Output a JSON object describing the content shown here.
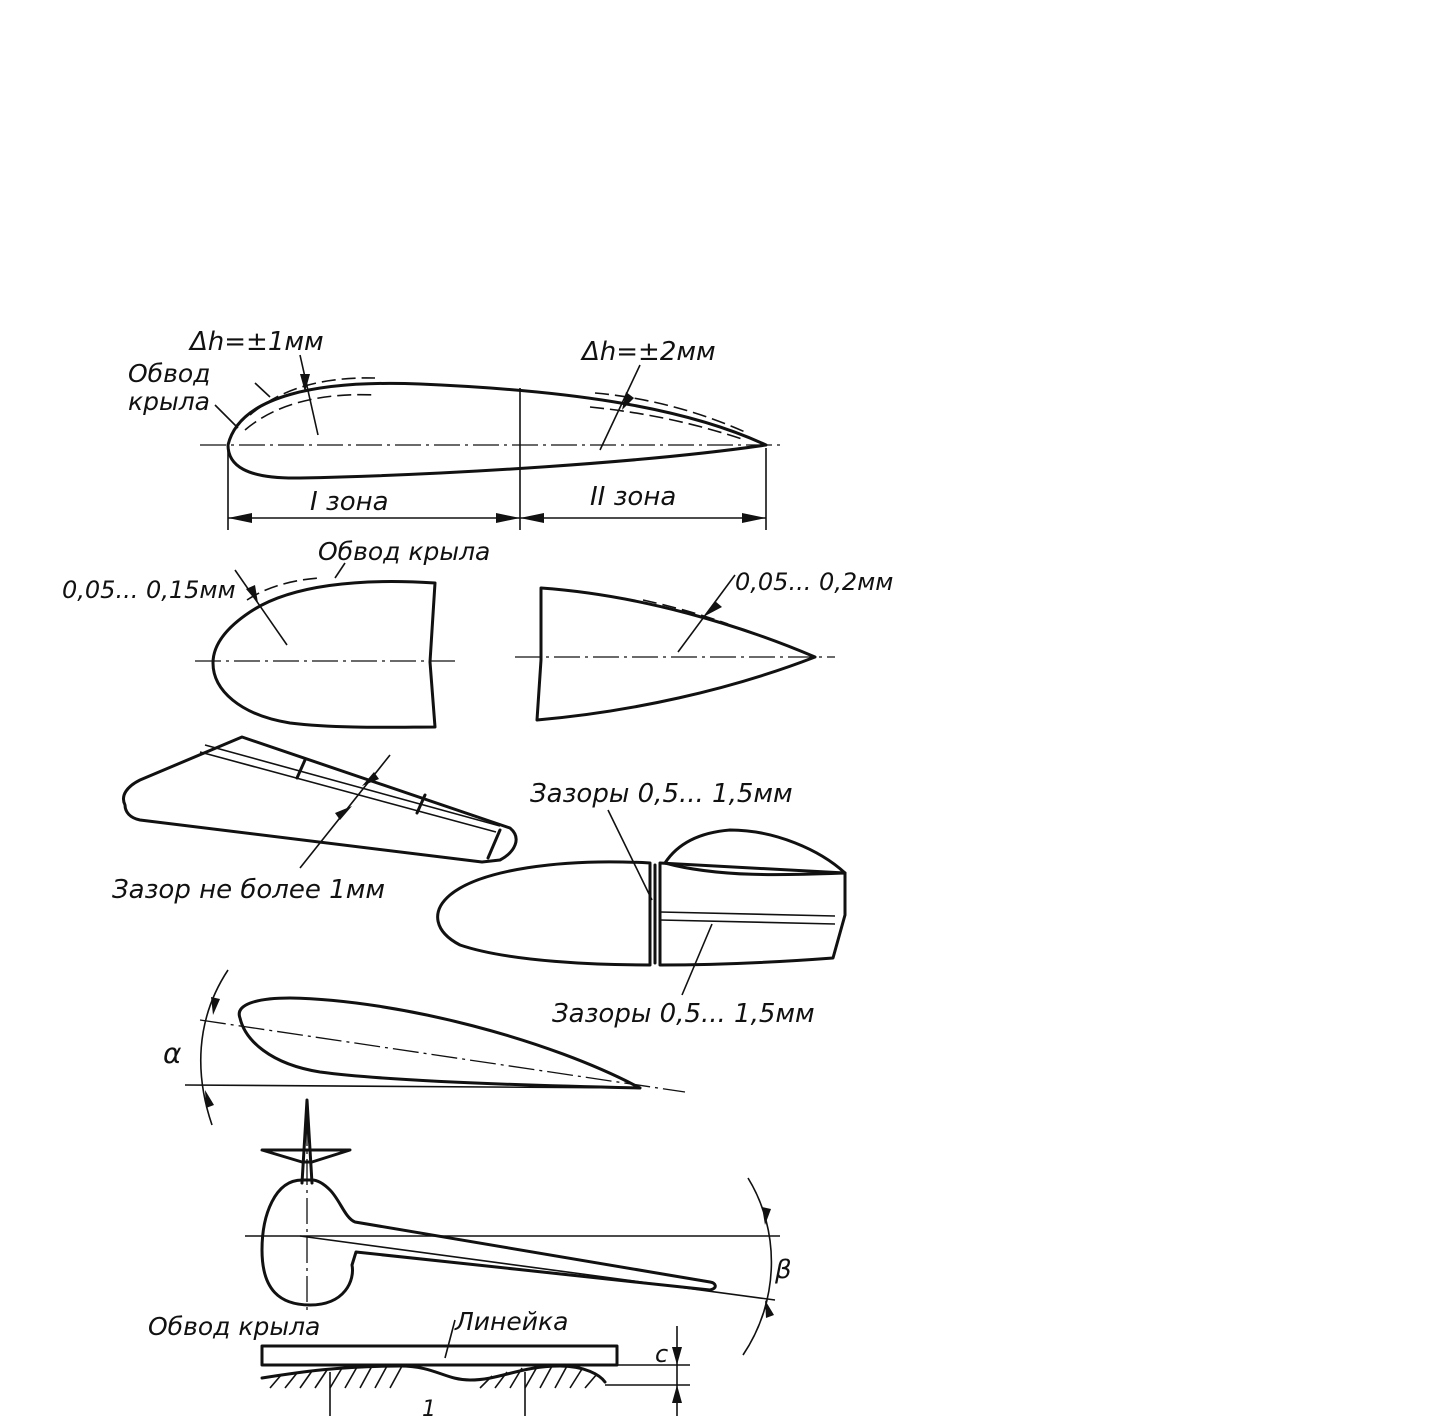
{
  "labels": {
    "fig1_delta_h_1": "Δh=±1мм",
    "fig1_delta_h_2": "Δh=±2мм",
    "fig1_contour": "Обвод крыла",
    "fig1_contour_line1": "Обвод",
    "fig1_contour_line2": "крыла",
    "fig1_zone1": "I зона",
    "fig1_zone2": "II зона",
    "fig2_contour": "Обвод крыла",
    "fig2_tol_front": "0,05... 0,15мм",
    "fig2_tol_rear": "0,05... 0,2мм",
    "fig3_gap": "Зазор не более 1мм",
    "fig4_gaps_top": "Зазоры 0,5... 1,5мм",
    "fig4_gaps_bottom": "Зазоры 0,5... 1,5мм",
    "fig5_alpha": "α",
    "fig6_beta": "β",
    "fig7_contour": "Обвод крыла",
    "fig7_ruler": "Линейка",
    "fig7_c": "c",
    "fig7_one": "1"
  }
}
